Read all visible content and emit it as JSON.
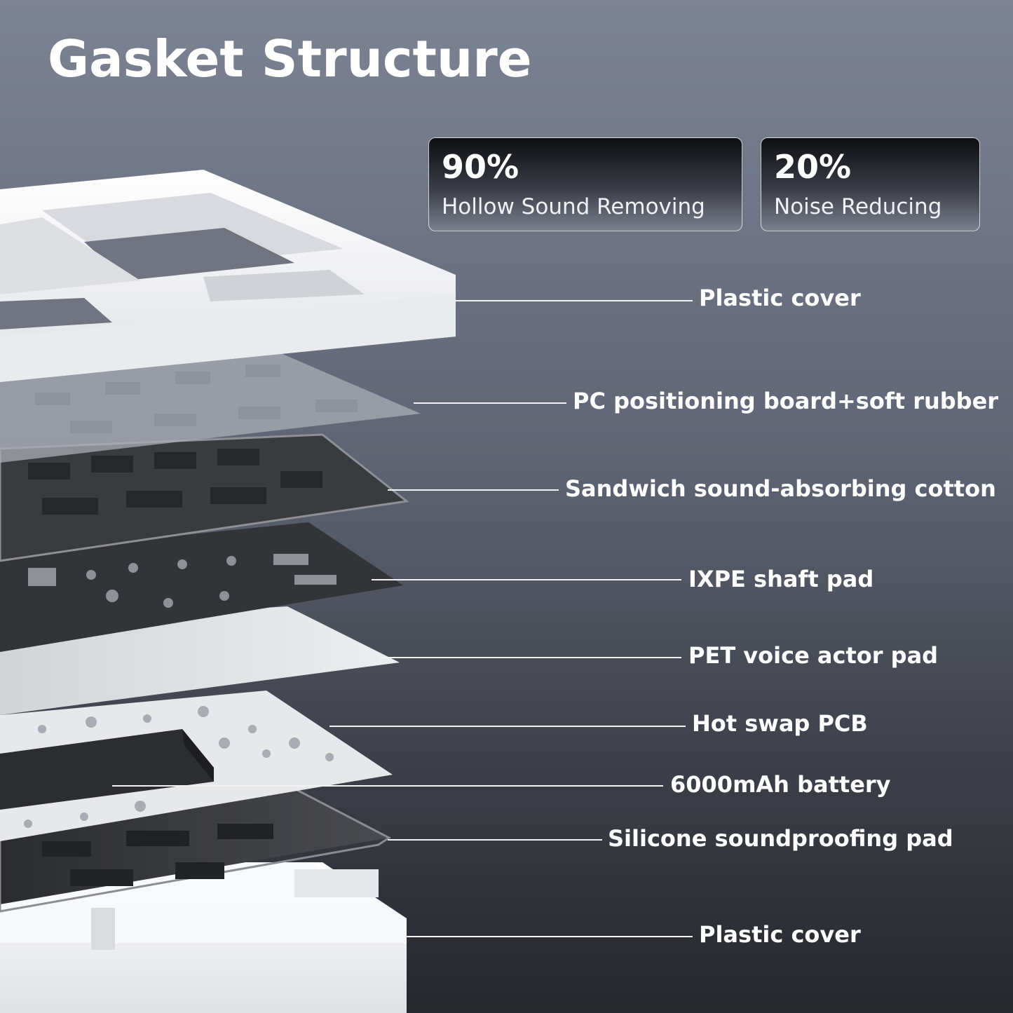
{
  "title": "Gasket Structure",
  "stats": [
    {
      "value": "90%",
      "label": "Hollow Sound Removing"
    },
    {
      "value": "20%",
      "label": "Noise Reducing"
    }
  ],
  "layers": [
    {
      "label": "Plastic cover"
    },
    {
      "label": "PC positioning board+soft rubber"
    },
    {
      "label": "Sandwich sound-absorbing cotton"
    },
    {
      "label": "IXPE shaft pad"
    },
    {
      "label": "PET voice actor pad"
    },
    {
      "label": "Hot swap PCB"
    },
    {
      "label": "6000mAh battery"
    },
    {
      "label": "Silicone soundproofing pad"
    },
    {
      "label": "Plastic cover"
    }
  ],
  "colors": {
    "plastic": "#f2f3f5",
    "dark_layer": "#3e3f43",
    "gray_layer": "#b9bcc3",
    "text": "#ffffff"
  }
}
